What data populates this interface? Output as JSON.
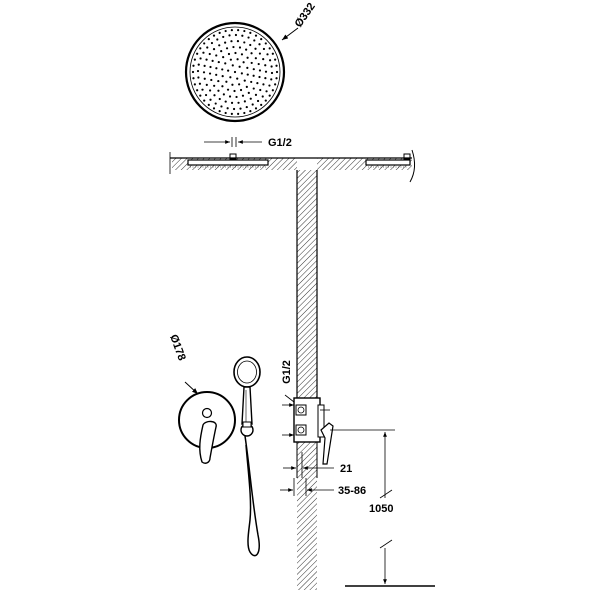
{
  "dimensions": {
    "shower_head_diameter": "Ø332",
    "top_connection": "G1/2",
    "mixer_connection": "G1/2",
    "mixer_plate_diameter": "Ø178",
    "wall_projection": "21",
    "installation_depth": "35-86",
    "height_from_floor": "1050"
  },
  "colors": {
    "line": "#000000",
    "background": "#ffffff",
    "hatch": "#333333"
  }
}
